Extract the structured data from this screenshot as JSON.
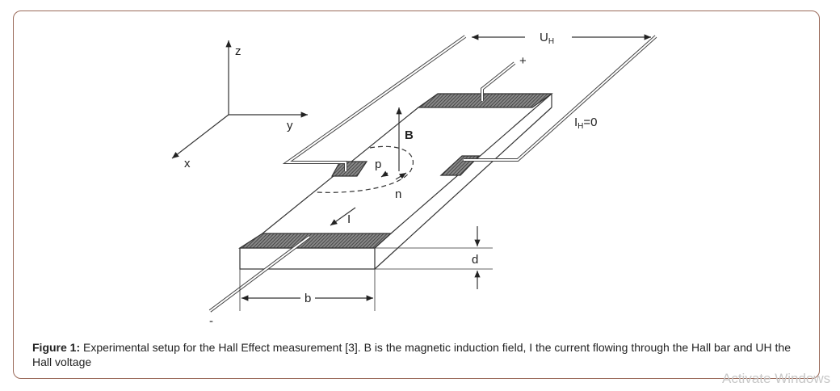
{
  "figure": {
    "labels": {
      "z": "z",
      "y": "y",
      "x": "x",
      "B": "B",
      "p": "p",
      "n": "n",
      "I": "I",
      "UH": "U",
      "UH_sub": "H",
      "IH": "I",
      "IH_sub": "H",
      "IH_value": "=0",
      "d": "d",
      "b": "b",
      "plus": "+",
      "minus": "-"
    },
    "caption": {
      "prefix": "Figure 1:",
      "text": " Experimental setup for the Hall Effect measurement [3]. B is the magnetic induction field, I the current flowing through the Hall bar and UH the Hall voltage"
    }
  },
  "watermark": "Activate Windows"
}
